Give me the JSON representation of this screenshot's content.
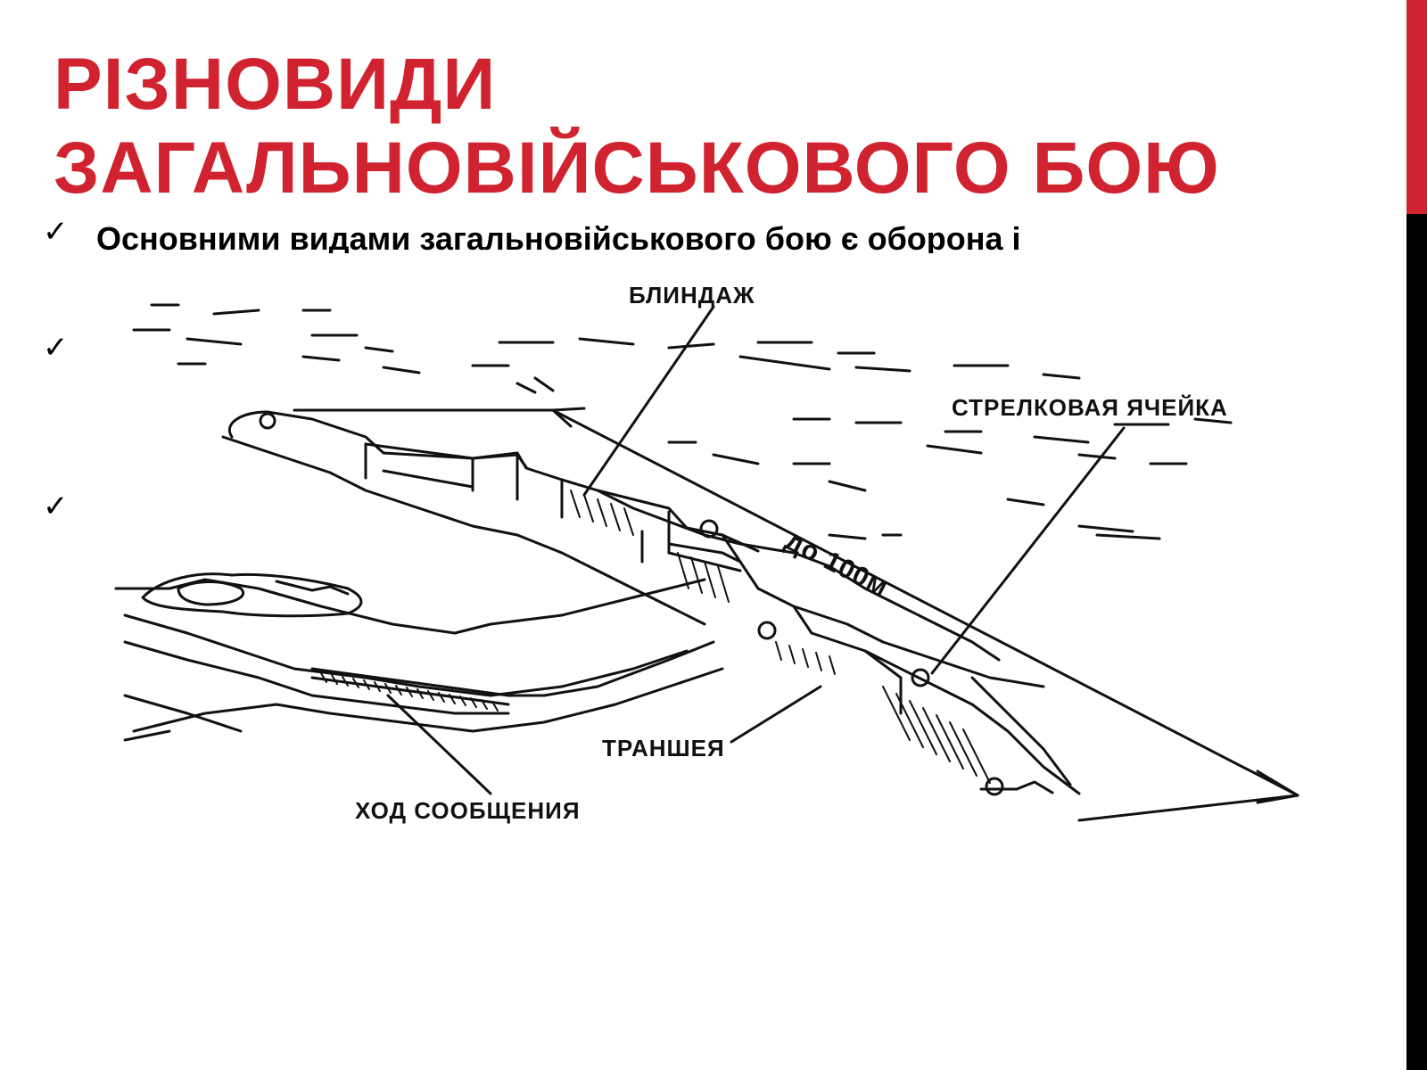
{
  "colors": {
    "accent": "#d0232f",
    "edge_dark": "#000000"
  },
  "slide": {
    "title_line1": "РІЗНОВИДИ",
    "title_line2": "ЗАГАЛЬНОВІЙСЬКОВОГО БОЮ",
    "bullet_icon": "checkmark-icon",
    "bullet1_text": "Основними видами загальновійськового бою є оборона і",
    "partial_glyph": "о"
  },
  "diagram": {
    "label_dugout": "БЛИНДАЖ",
    "label_rifle_cell": "СТРЕЛКОВАЯ ЯЧЕЙКА",
    "label_distance": "до 100м",
    "label_trench": "ТРАНШЕЯ",
    "label_communication": "ХОД СООБЩЕНИЯ"
  }
}
